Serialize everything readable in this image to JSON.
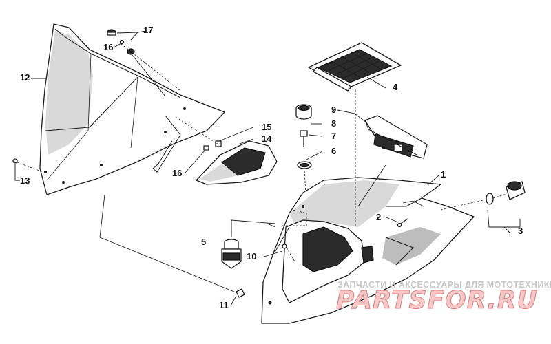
{
  "callouts": [
    {
      "id": "c1",
      "label": "1"
    },
    {
      "id": "c2",
      "label": "2"
    },
    {
      "id": "c3",
      "label": "3"
    },
    {
      "id": "c4",
      "label": "4"
    },
    {
      "id": "c5",
      "label": "5"
    },
    {
      "id": "c6",
      "label": "6"
    },
    {
      "id": "c7",
      "label": "7"
    },
    {
      "id": "c8",
      "label": "8"
    },
    {
      "id": "c9",
      "label": "9"
    },
    {
      "id": "c10",
      "label": "10"
    },
    {
      "id": "c11",
      "label": "11"
    },
    {
      "id": "c12",
      "label": "12"
    },
    {
      "id": "c13",
      "label": "13"
    },
    {
      "id": "c14",
      "label": "14"
    },
    {
      "id": "c15",
      "label": "15"
    },
    {
      "id": "c16a",
      "label": "16"
    },
    {
      "id": "c16b",
      "label": "16"
    },
    {
      "id": "c17",
      "label": "17"
    }
  ],
  "watermark": {
    "tagline": "ЗАПЧАСТИ И АКСЕССУАРЫ ДЛЯ МОТОТЕХНИКИ",
    "brand": "PARTSFOR.RU"
  },
  "colors": {
    "line": "#1a1a1a",
    "watermark_text": "#c8c8c8",
    "brand_fill": "#f3c8c8",
    "brand_stroke": "#e07a7a"
  }
}
